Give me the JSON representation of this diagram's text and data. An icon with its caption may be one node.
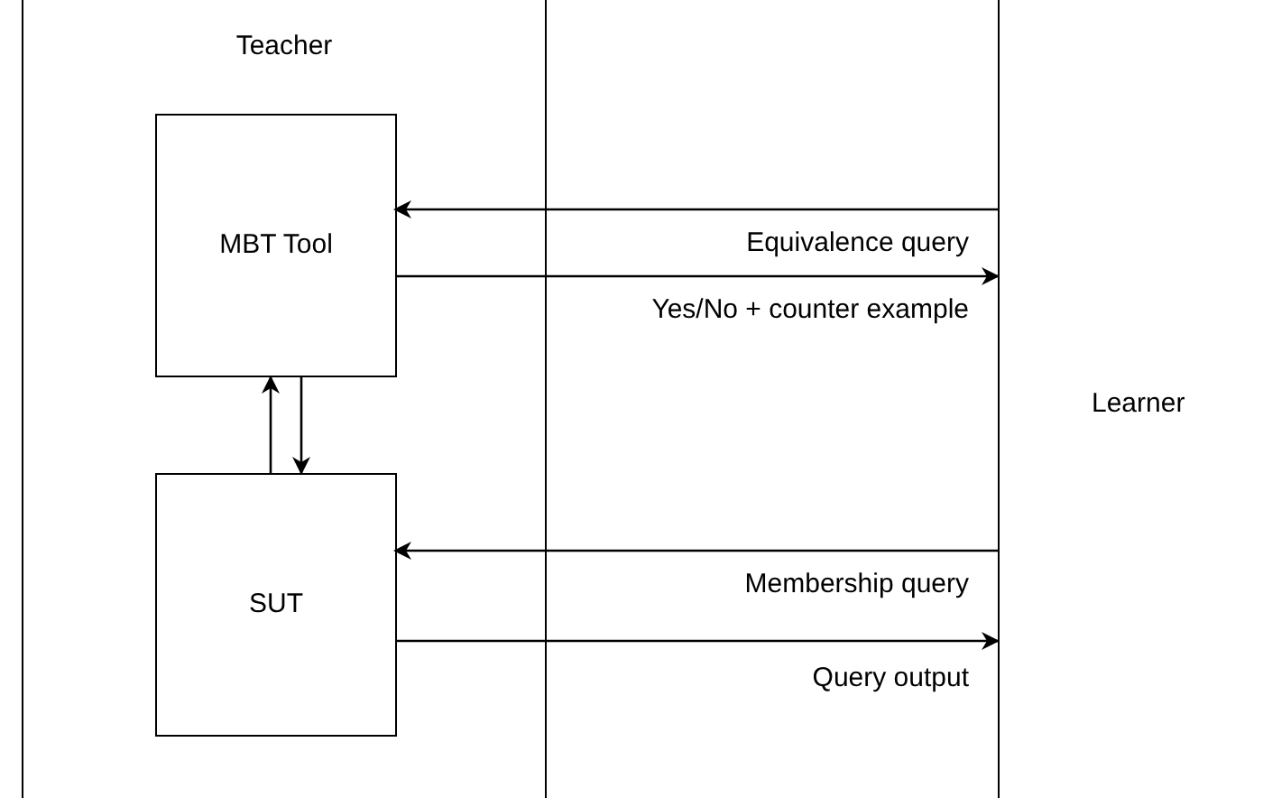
{
  "diagram": {
    "nodes": [
      {
        "text": [
          "Teacher"
        ]
      },
      {
        "text": [
          "MBT Tool"
        ],
        "in": 0
      },
      {
        "text": [
          "SUT"
        ],
        "in": 0
      },
      {
        "text": [
          "Learner"
        ]
      }
    ],
    "edges": [
      {
        "from": 3,
        "to": 1,
        "arrow": "to",
        "label": "Equivalence query"
      },
      {
        "from": 1,
        "to": 3,
        "arrow": "to",
        "label": "Yes/No + counter example"
      },
      {
        "from": 2,
        "to": 1,
        "arrow": "to"
      },
      {
        "from": 1,
        "to": 2,
        "arrow": "to"
      },
      {
        "from": 3,
        "to": 2,
        "arrow": "to",
        "label": "Membership query"
      },
      {
        "from": 2,
        "to": 3,
        "arrow": "to",
        "label": "Query output"
      }
    ]
  }
}
